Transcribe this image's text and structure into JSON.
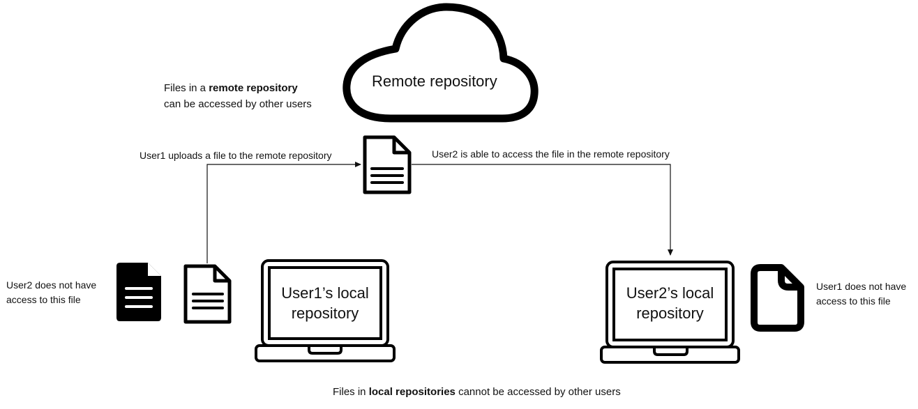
{
  "remote": {
    "cloud_label": "Remote repository",
    "note_prefix": "Files in a ",
    "note_bold": "remote repository",
    "note_line2": "can be accessed by other users"
  },
  "arrows": {
    "upload_label": "User1 uploads a file to the remote repository",
    "access_label": "User2 is able to access the file in the remote repository"
  },
  "user1": {
    "laptop_label_line1": "User1’s local",
    "laptop_label_line2": "repository",
    "note_line1": "User2 does not have",
    "note_line2": "access to this file"
  },
  "user2": {
    "laptop_label_line1": "User2’s local",
    "laptop_label_line2": "repository",
    "note_line1": "User1 does not have",
    "note_line2": "access to this file"
  },
  "footer": {
    "prefix": "Files in ",
    "bold": "local repositories",
    "suffix": " cannot be accessed by other users"
  },
  "icons": {
    "cloud": "cloud-icon",
    "document_lines": "document-icon",
    "document_filled": "document-filled-icon",
    "document_blank": "blank-document-icon",
    "laptop": "laptop-icon"
  }
}
